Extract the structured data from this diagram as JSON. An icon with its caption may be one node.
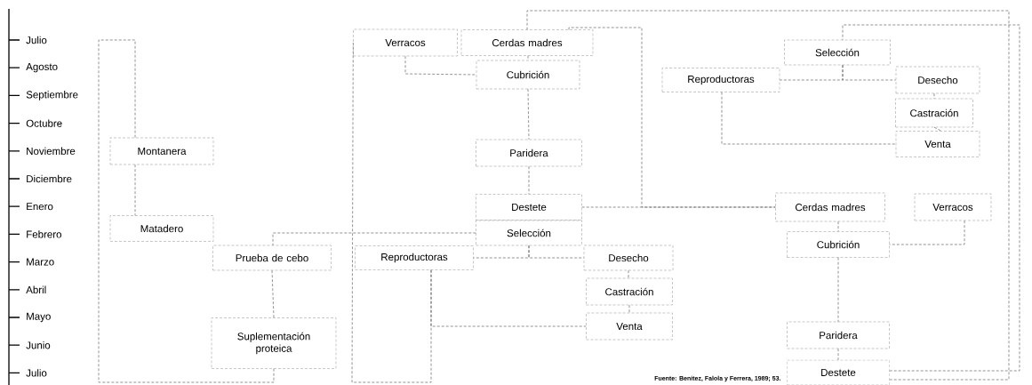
{
  "diagram": {
    "caption": "Fuente: Benitez, Falola y Ferrera, 1989; 53.",
    "nodes": [
      {
        "text": [
          "Montanera"
        ]
      },
      {
        "text": [
          "Matadero"
        ]
      },
      {
        "text": [
          "Prueba de cebo"
        ]
      },
      {
        "text": [
          "Suplementación proteica"
        ]
      },
      {
        "text": [
          "Verracos"
        ]
      },
      {
        "text": [
          "Cerdas madres"
        ]
      },
      {
        "text": [
          "Cubrición"
        ]
      },
      {
        "text": [
          "Paridera"
        ]
      },
      {
        "text": [
          "Destete"
        ]
      },
      {
        "text": [
          "Selección"
        ]
      },
      {
        "text": [
          "Reproductoras"
        ]
      },
      {
        "text": [
          "Desecho"
        ]
      },
      {
        "text": [
          "Castración"
        ]
      },
      {
        "text": [
          "Venta"
        ]
      },
      {
        "text": [
          "Selección"
        ]
      },
      {
        "text": [
          "Reproductoras"
        ]
      },
      {
        "text": [
          "Desecho"
        ]
      },
      {
        "text": [
          "Castración"
        ]
      },
      {
        "text": [
          "Venta"
        ]
      },
      {
        "text": [
          "Cerdas madres"
        ]
      },
      {
        "text": [
          "Verracos"
        ]
      },
      {
        "text": [
          "Cubrición"
        ]
      },
      {
        "text": [
          "Paridera"
        ]
      },
      {
        "text": [
          "Destete"
        ]
      }
    ],
    "edges": [
      {
        "from": 0,
        "to": 1,
        "arrow": "none"
      },
      {
        "from": 3,
        "to": 0,
        "arrow": "none"
      },
      {
        "from": 2,
        "to": 3,
        "arrow": "none"
      },
      {
        "from": 9,
        "to": 2,
        "arrow": "none"
      },
      {
        "from": 4,
        "to": 6,
        "arrow": "none"
      },
      {
        "from": 5,
        "to": 6,
        "arrow": "none"
      },
      {
        "from": 6,
        "to": 7,
        "arrow": "none"
      },
      {
        "from": 7,
        "to": 8,
        "arrow": "none"
      },
      {
        "from": 9,
        "to": 10,
        "arrow": "none"
      },
      {
        "from": 9,
        "to": 11,
        "arrow": "none"
      },
      {
        "from": 11,
        "to": 12,
        "arrow": "none"
      },
      {
        "from": 12,
        "to": 13,
        "arrow": "none"
      },
      {
        "from": 10,
        "to": 13,
        "arrow": "none"
      },
      {
        "from": 10,
        "to": 4,
        "arrow": "none"
      },
      {
        "from": 5,
        "to": 19,
        "arrow": "none"
      },
      {
        "from": 8,
        "to": 19,
        "arrow": "none"
      },
      {
        "from": 23,
        "to": 5,
        "arrow": "none"
      },
      {
        "from": 23,
        "to": 14,
        "arrow": "none"
      },
      {
        "from": 14,
        "to": 15,
        "arrow": "none"
      },
      {
        "from": 14,
        "to": 16,
        "arrow": "none"
      },
      {
        "from": 16,
        "to": 17,
        "arrow": "none"
      },
      {
        "from": 17,
        "to": 18,
        "arrow": "none"
      },
      {
        "from": 15,
        "to": 18,
        "arrow": "none"
      },
      {
        "from": 19,
        "to": 21,
        "arrow": "none"
      },
      {
        "from": 20,
        "to": 21,
        "arrow": "none"
      },
      {
        "from": 21,
        "to": 22,
        "arrow": "none"
      },
      {
        "from": 22,
        "to": 23,
        "arrow": "none"
      }
    ],
    "labels": [
      "Julio",
      "Agosto",
      "Septiembre",
      "Octubre",
      "Noviembre",
      "Diciembre",
      "Enero",
      "Febrero",
      "Marzo",
      "Abril",
      "Mayo",
      "Junio",
      "Julio"
    ]
  }
}
